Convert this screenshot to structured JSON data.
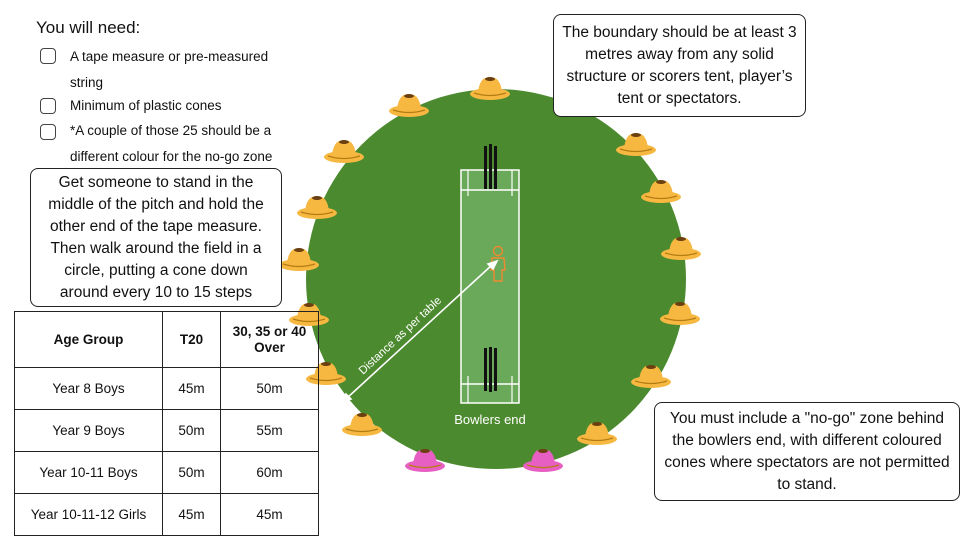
{
  "checklist": {
    "title": "You will need:",
    "items": [
      "A tape measure or pre-measured string",
      "Minimum of plastic cones",
      "*A couple of those 25 should be a different colour for the no-go zone"
    ]
  },
  "instructions": {
    "walk": "Get someone to stand in the middle of the pitch and hold the other end of the tape measure. Then walk around the field in a circle, putting a cone down around every 10 to 15 steps",
    "boundary": "The boundary should be at least 3 metres away from any solid structure or scorers tent, player’s tent or spectators.",
    "no_go": "You must include a \"no-go\" zone behind the bowlers end, with different coloured cones where spectators are not permitted to stand."
  },
  "diagram": {
    "distance_label": "Distance as per table",
    "bowlers_end_label": "Bowlers end",
    "colors": {
      "field": "#4c8a2f",
      "pitch": "#6aa85a",
      "cone": "#f6b840",
      "no_go_cone": "#e85fc4",
      "person": "#f08a30",
      "stumps": "#111111"
    }
  },
  "table": {
    "headers": [
      "Age Group",
      "T20",
      "30, 35 or 40 Over"
    ],
    "rows": [
      [
        "Year 8 Boys",
        "45m",
        "50m"
      ],
      [
        "Year 9 Boys",
        "50m",
        "55m"
      ],
      [
        "Year 10-11 Boys",
        "50m",
        "60m"
      ],
      [
        "Year 10-11-12 Girls",
        "45m",
        "45m"
      ]
    ]
  }
}
